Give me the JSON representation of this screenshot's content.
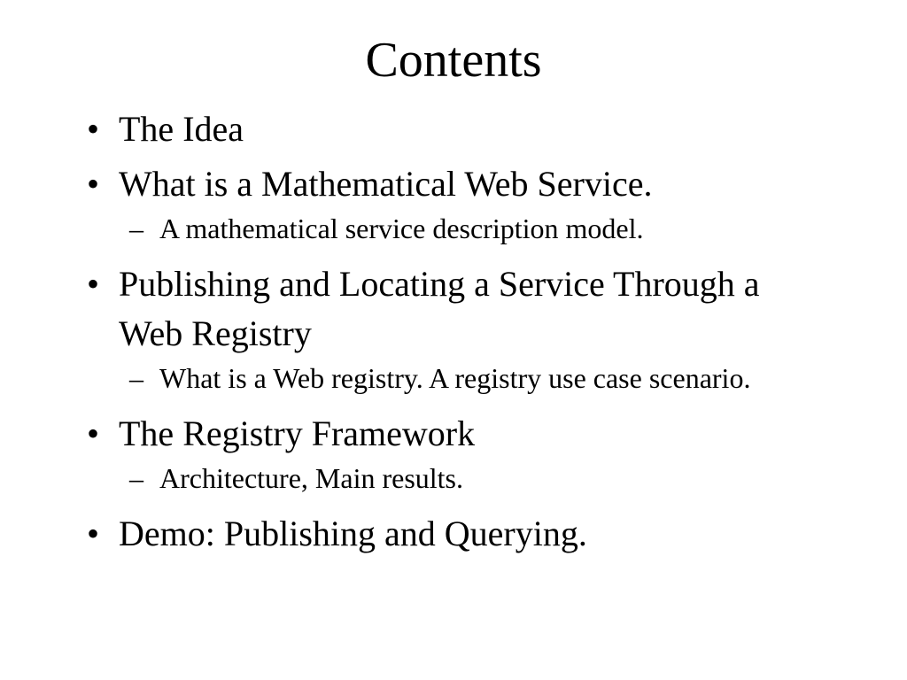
{
  "slide": {
    "title": "Contents",
    "bullet_glyph": "•",
    "sub_bullet_glyph": "–",
    "items": [
      {
        "level": 1,
        "text": "The Idea"
      },
      {
        "level": 1,
        "text": "What is a Mathematical Web Service."
      },
      {
        "level": 2,
        "text": "A mathematical service description model."
      },
      {
        "level": 1,
        "text": "Publishing and Locating a Service Through a Web Registry"
      },
      {
        "level": 2,
        "text": "What is a Web registry. A registry use case scenario."
      },
      {
        "level": 1,
        "text": "The Registry Framework"
      },
      {
        "level": 2,
        "text": "Architecture, Main results."
      },
      {
        "level": 1,
        "text": "Demo: Publishing and Querying."
      }
    ]
  }
}
